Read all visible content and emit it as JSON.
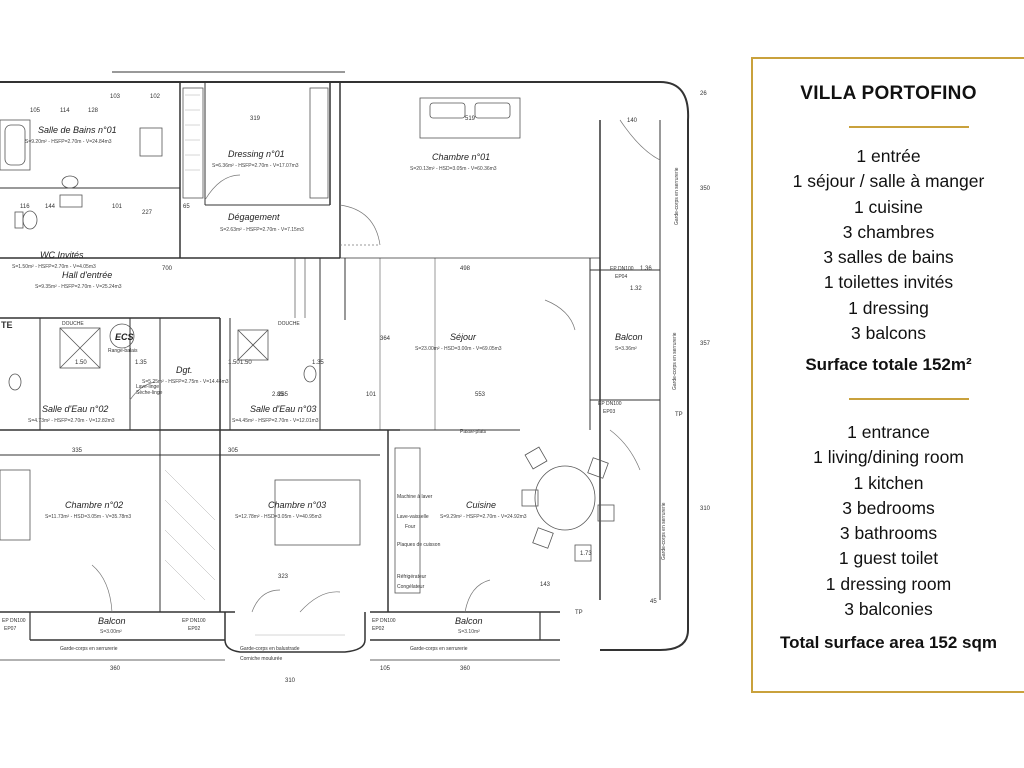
{
  "plan": {
    "rooms": [
      {
        "name": "Salle de Bains n°01",
        "info": "S=9.20m² - HSFP=2.70m - V=24.84m3"
      },
      {
        "name": "Dressing n°01",
        "info": "S=6.36m² - HSFP=2.70m - V=17.07m3"
      },
      {
        "name": "Chambre n°01",
        "info": "S=20.13m² - HSD=3.05m - V=60.36m3"
      },
      {
        "name": "Dégagement",
        "info": "S=2.63m² - HSFP=2.70m - V=7.15m3"
      },
      {
        "name": "WC Invités",
        "info": "S=1.50m² - HSFP=2.70m - V=4.05m3"
      },
      {
        "name": "Hall d'entrée",
        "info": "S=9.35m² - HSFP=2.70m - V=25.24m3"
      },
      {
        "name": "ECS",
        "info": ""
      },
      {
        "name": "Dgt.",
        "info": "S=5.25m² - HSFP=2.75m - V=14.44m3"
      },
      {
        "name": "Séjour",
        "info": "S=23.00m² - HSD=3.00m - V=69.05m3"
      },
      {
        "name": "Balcon",
        "info": "S=3.36m²"
      },
      {
        "name": "Salle d'Eau n°02",
        "info": "S=4.73m² - HSFP=2.70m - V=12.82m3"
      },
      {
        "name": "Salle d'Eau n°03",
        "info": "S=4.45m² - HSFP=2.70m - V=12.01m3"
      },
      {
        "name": "Chambre n°02",
        "info": "S=11.73m² - HSD=3.05m - V=35.78m3"
      },
      {
        "name": "Chambre n°03",
        "info": "S=12.78m² - HSD=3.05m - V=40.95m3"
      },
      {
        "name": "Cuisine",
        "info": "S=9.29m² - HSFP=2.70m - V=24.92m3"
      },
      {
        "name": "Balcon",
        "info": "S=3.00m²"
      },
      {
        "name": "Balcon",
        "info": "S=3.10m²"
      }
    ],
    "dims": [
      "105",
      "114",
      "128",
      "103",
      "102",
      "319",
      "519",
      "140",
      "116",
      "101",
      "227",
      "65",
      "144",
      "700",
      "498",
      "364",
      "101",
      "553",
      "305",
      "335",
      "323",
      "1.50",
      "1.35",
      "1.35",
      "2.85",
      "1.50",
      "285",
      "1.36",
      "1.32",
      "1.73",
      "360",
      "310",
      "360",
      "143",
      "105",
      "26",
      "350",
      "357",
      "310",
      "45",
      "1.50"
    ],
    "tags": [
      "TE",
      "EP DN100",
      "EP04",
      "EP DN100",
      "EP03",
      "EP DN100",
      "EP07",
      "EP DN100",
      "EP02",
      "TP",
      "TP",
      "DOUCHE",
      "DOUCHE",
      "Passe-plats",
      "Lave-vaisselle",
      "Four",
      "Plaques de cuisson",
      "Réfrigérateur",
      "Congélateur",
      "Machine à laver",
      "Garde-corps en serrurerie",
      "Garde-corps en serrurerie",
      "Garde-corps en balustrade",
      "Corniche moulurée",
      "Garde-corps en serrurerie",
      "Garde-corps en serrurerie",
      "Garde-corps en serrurerie",
      "Lave-linge",
      "Sèche-linge",
      "Range-balais"
    ]
  },
  "card": {
    "title": "VILLA PORTOFINO",
    "fr_items": [
      "1 entrée",
      "1 séjour / salle à manger",
      "1 cuisine",
      "3 chambres",
      "3 salles de bains",
      "1 toilettes invités",
      "1 dressing",
      "3 balcons"
    ],
    "fr_total": "Surface totale 152m²",
    "en_items": [
      "1  entrance",
      "1 living/dining room",
      "1 kitchen",
      "3 bedrooms",
      "3 bathrooms",
      "1 guest toilet",
      "1 dressing room",
      "3 balconies"
    ],
    "en_total": "Total surface area 152 sqm"
  },
  "colors": {
    "accent": "#c9a13c",
    "line": "#3a3a3a",
    "text": "#111111"
  }
}
